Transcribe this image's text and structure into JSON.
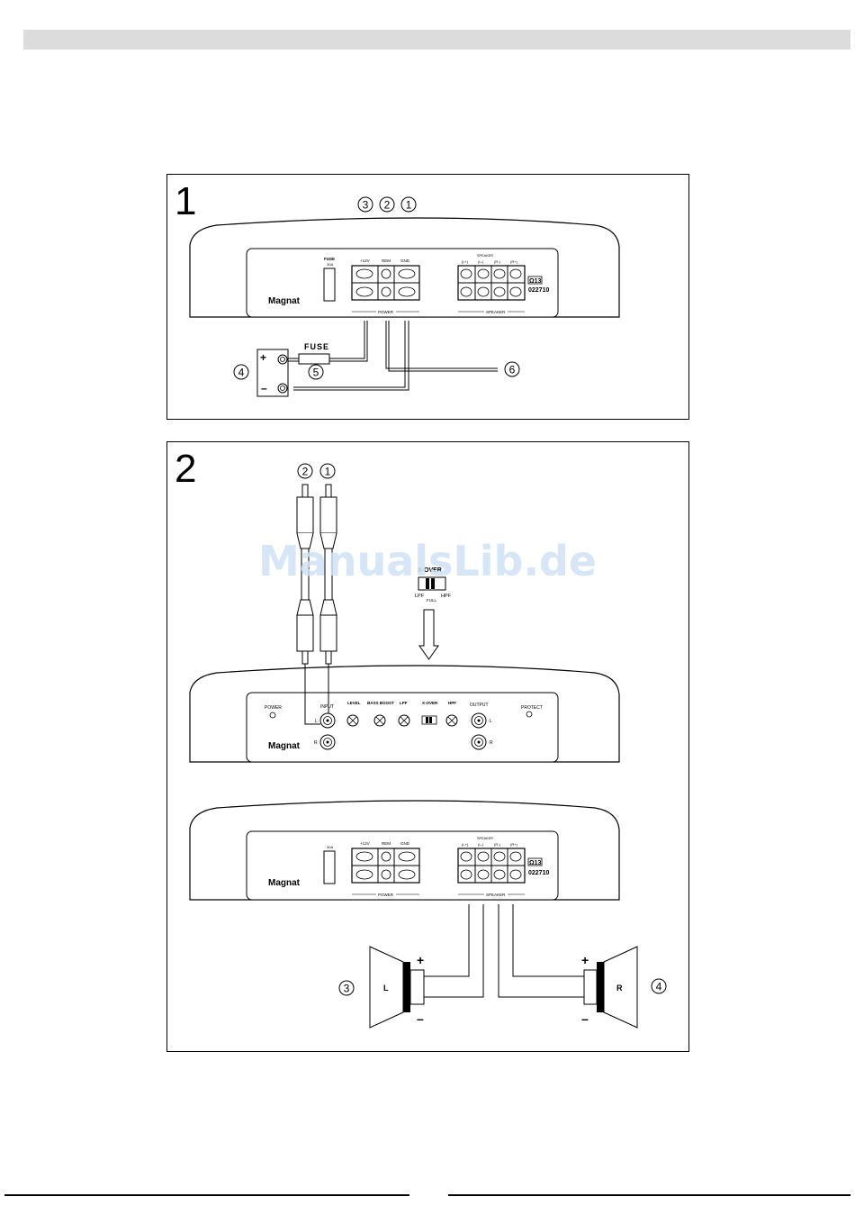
{
  "figure1": {
    "number": "1",
    "callouts": [
      "3",
      "2",
      "1",
      "4",
      "5",
      "6"
    ],
    "brand": "Magnat",
    "fuse_label": "FUSE",
    "fuse_rating": "30A",
    "terminal_labels": [
      "+12V",
      "REM",
      "GND"
    ],
    "speaker_labels": [
      "SPEAKER",
      "(L+)",
      "(L-)",
      "(R-)",
      "(R+)"
    ],
    "section_labels": [
      "POWER",
      "SPEAKER"
    ],
    "ohm_mark": "Ω13",
    "model": "022710",
    "battery_plus": "+",
    "battery_minus": "–",
    "inline_fuse": "FUSE"
  },
  "figure2": {
    "number": "2",
    "callouts": [
      "2",
      "1",
      "3",
      "4"
    ],
    "xover_label": "X-OVER",
    "xover_options": [
      "LPF",
      "HPF",
      "FULL"
    ],
    "front_labels": [
      "POWER",
      "INPUT",
      "LEVEL",
      "BASS BOOST",
      "LPF",
      "X-OVER",
      "HPF",
      "OUTPUT",
      "PROTECT"
    ],
    "channel_labels": [
      "L",
      "R",
      "L",
      "R"
    ],
    "brand": "Magnat",
    "fuse_rating": "30A",
    "terminal_labels": [
      "+12V",
      "REM",
      "GND"
    ],
    "speaker_labels": [
      "SPEAKER",
      "(L+)",
      "(L-)",
      "(R-)",
      "(R+)"
    ],
    "section_labels": [
      "POWER",
      "SPEAKER"
    ],
    "ohm_mark": "Ω13",
    "model": "022710",
    "speaker_left": "L",
    "speaker_right": "R",
    "plus": "+",
    "minus": "–"
  },
  "watermark": "ManualsLib.de"
}
